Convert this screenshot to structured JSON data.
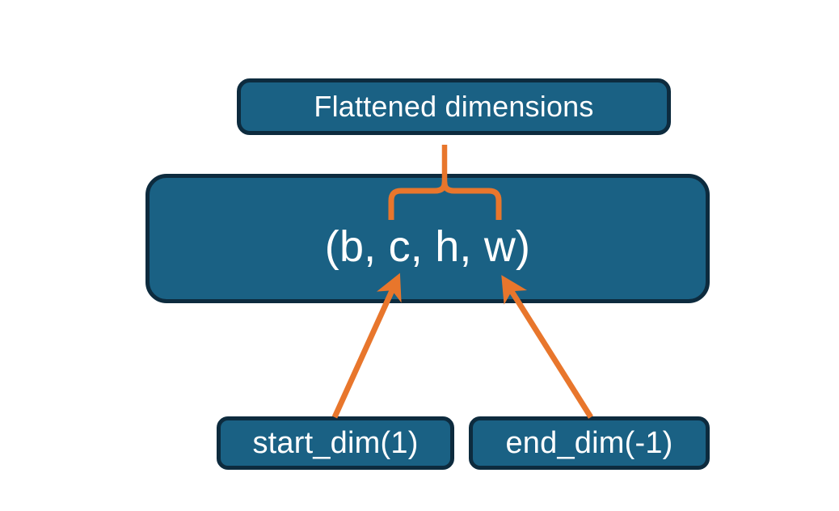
{
  "diagram": {
    "title_text": "Flattened dimensions",
    "shape_text": "(b, c, h, w)",
    "start_dim_text": "start_dim(1)",
    "end_dim_text": "end_dim(-1)",
    "colors": {
      "node_fill": "#1a6184",
      "node_border": "#0d2b3e",
      "node_text": "#ffffff",
      "connector": "#e8762c",
      "background": "#ffffff"
    },
    "nodes": [
      {
        "name": "flattened-dimensions",
        "label": "Flattened dimensions"
      },
      {
        "name": "shape-tuple",
        "label": "(b, c, h, w)"
      },
      {
        "name": "start-dim",
        "label": "start_dim(1)"
      },
      {
        "name": "end-dim",
        "label": "end_dim(-1)"
      }
    ],
    "connectors": [
      {
        "name": "brace-connector",
        "type": "curly-brace",
        "from": "shape-tuple",
        "to": "flattened-dimensions",
        "covers": "c, h, w"
      },
      {
        "name": "start-dim-arrow",
        "type": "arrow",
        "from": "start-dim",
        "to": "shape-tuple",
        "points_at": "c"
      },
      {
        "name": "end-dim-arrow",
        "type": "arrow",
        "from": "end-dim",
        "to": "shape-tuple",
        "points_at": "w"
      }
    ]
  }
}
